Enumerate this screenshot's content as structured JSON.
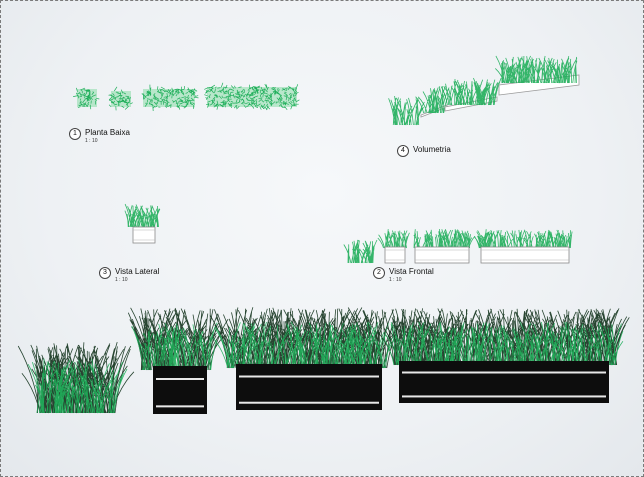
{
  "views": [
    {
      "number": "1",
      "title": "Planta Baixa",
      "scale": "1 : 10"
    },
    {
      "number": "4",
      "title": "Volumetria",
      "scale": ""
    },
    {
      "number": "3",
      "title": "Vista Lateral",
      "scale": "1 : 10"
    },
    {
      "number": "2",
      "title": "Vista Frontal",
      "scale": "1 : 10"
    }
  ],
  "colors": {
    "grass_light": "#1fae5a",
    "grass_dark": "#12321c",
    "planter_body": "#0d0d0d",
    "planter_trim": "#e8e8e8"
  }
}
